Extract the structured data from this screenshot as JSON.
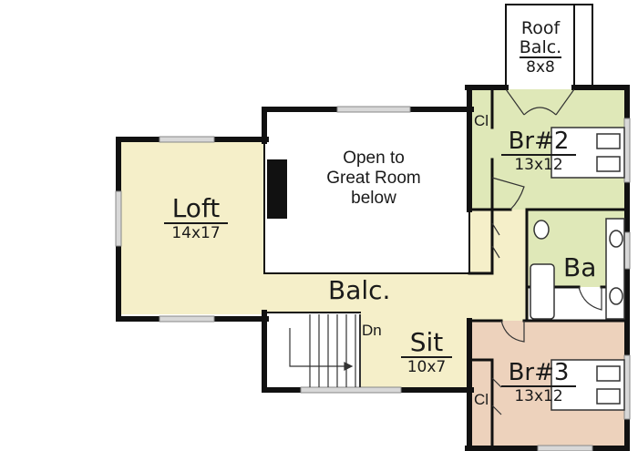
{
  "colors": {
    "loft_fill": "#f5efc9",
    "balcony_fill": "#f5efc9",
    "br2_fill": "#dfe8b8",
    "bath_fill": "#dfe8b8",
    "br3_fill": "#edd2bc",
    "wall": "#111111",
    "window": "#bdbdbd"
  },
  "rooms": {
    "roof_balcony": {
      "name_line1": "Roof",
      "name_line2": "Balc.",
      "size": "8x8"
    },
    "br2": {
      "name": "Br#2",
      "size": "13x12",
      "closet": "Cl"
    },
    "loft": {
      "name": "Loft",
      "size": "14x17"
    },
    "open_to_below": {
      "line1": "Open to",
      "line2": "Great Room",
      "line3": "below"
    },
    "bath": {
      "name": "Ba"
    },
    "balcony": {
      "name": "Balc."
    },
    "stairs": {
      "label": "Dn"
    },
    "sit": {
      "name": "Sit",
      "size": "10x7"
    },
    "br3": {
      "name": "Br#3",
      "size": "13x12",
      "closet": "Cl"
    }
  }
}
